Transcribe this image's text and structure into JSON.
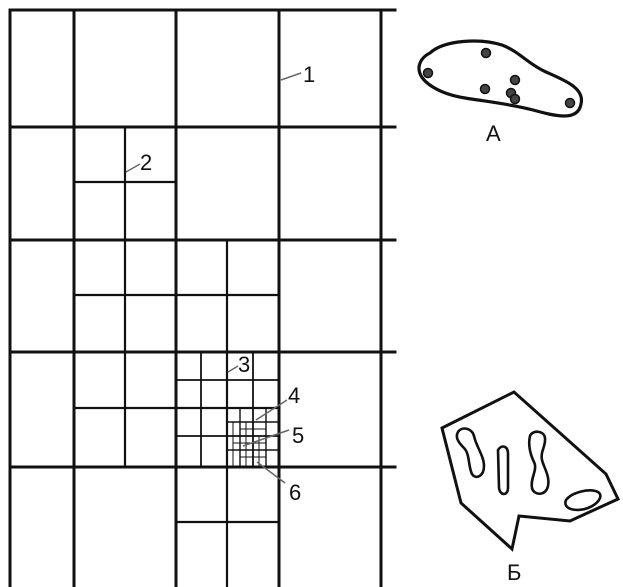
{
  "colors": {
    "line": "#111111",
    "leader": "#666666",
    "dot_fill": "#444444",
    "background": "#ffffff"
  },
  "callouts": [
    {
      "id": "1",
      "label": "1"
    },
    {
      "id": "2",
      "label": "2"
    },
    {
      "id": "3",
      "label": "3"
    },
    {
      "id": "4",
      "label": "4"
    },
    {
      "id": "5",
      "label": "5"
    },
    {
      "id": "6",
      "label": "6"
    }
  ],
  "figure_a": {
    "label": "А",
    "dot_count": 7
  },
  "figure_b": {
    "label": "Б",
    "hole_count": 4
  }
}
